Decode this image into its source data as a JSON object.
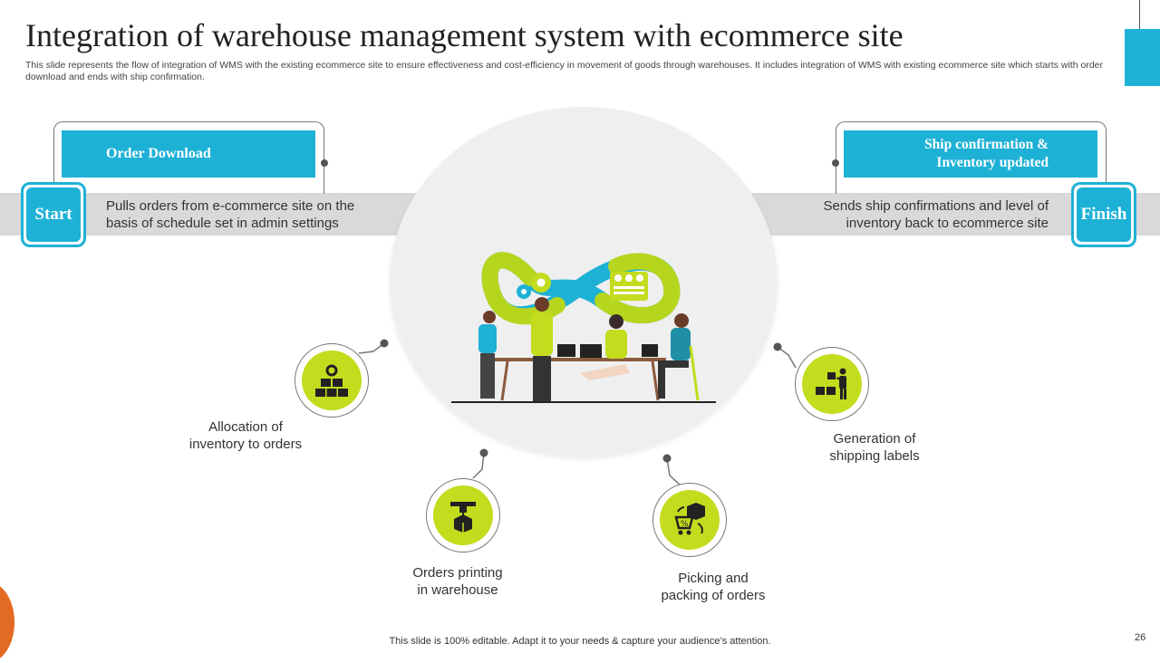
{
  "title": "Integration of warehouse management system with ecommerce site",
  "subtitle": "This slide represents the flow of integration of WMS with the existing ecommerce site to ensure effectiveness and cost-efficiency in movement of goods through warehouses. It includes integration of WMS with existing ecommerce site which starts with order download and ends with ship confirmation.",
  "start": {
    "badge": "Start",
    "heading": "Order Download",
    "description": "Pulls orders from e-commerce site on the basis of schedule set in admin settings"
  },
  "finish": {
    "badge": "Finish",
    "heading_line1": "Ship confirmation &",
    "heading_line2": "Inventory updated",
    "description": "Sends ship confirmations and level of inventory back to ecommerce site"
  },
  "steps": [
    {
      "label_line1": "Allocation of",
      "label_line2": "inventory  to orders",
      "icon": "boxes-gear-icon"
    },
    {
      "label_line1": "Orders printing",
      "label_line2": "in warehouse",
      "icon": "printer-box-icon"
    },
    {
      "label_line1": "Picking and",
      "label_line2": "packing of orders",
      "icon": "picking-cart-icon"
    },
    {
      "label_line1": "Generation of",
      "label_line2": "shipping labels",
      "icon": "worker-boxes-icon"
    }
  ],
  "illustration": "team-infinity-illustration",
  "colors": {
    "teal": "#1eb1d6",
    "lime": "#c3dc1e",
    "orange": "#e36a22",
    "gray_band": "#d9d9d9"
  },
  "footer": "This slide is 100% editable. Adapt it to your needs & capture your audience’s attention.",
  "page_number": "26"
}
